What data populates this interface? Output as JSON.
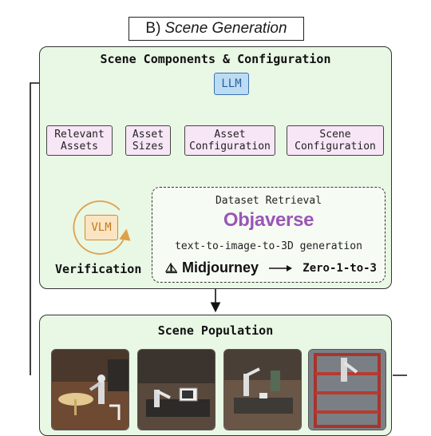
{
  "header": {
    "prefix": "B)",
    "title": "Scene Generation"
  },
  "config_panel": {
    "title": "Scene Components & Configuration",
    "llm_label": "LLM",
    "components": [
      {
        "line1": "Relevant",
        "line2": "Assets"
      },
      {
        "line1": "Asset",
        "line2": "Sizes"
      },
      {
        "line1": "Asset",
        "line2": "Configuration"
      },
      {
        "line1": "Scene",
        "line2": "Configuration"
      }
    ],
    "retrieval": {
      "title": "Dataset Retrieval",
      "dataset": "Objaverse",
      "generation_title": "text-to-image-to-3D generation",
      "tool_image": "Midjourney",
      "tool_3d": "Zero-1-to-3"
    },
    "vlm_label": "VLM",
    "verification_label": "Verification"
  },
  "population_panel": {
    "title": "Scene Population"
  },
  "colors": {
    "panel_bg": "#e9f7e5",
    "llm_fill": "#bcdcf4",
    "arrow_blue": "#2f5f93",
    "component_fill": "#f7e6f5",
    "vlm_fill": "#fbe4c1",
    "vlm_ring": "#e0a04a",
    "objaverse": "#9a56b6"
  }
}
